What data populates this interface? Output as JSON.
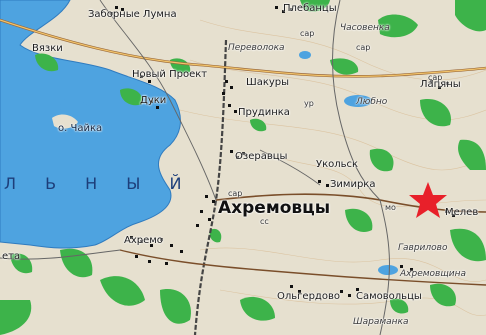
{
  "places": {
    "zabornye_lumna": "Заборные Лумна",
    "plebantsy": "Плебанцы",
    "veyski": "Вязки",
    "novy_proekt": "Новый Проект",
    "perevoloka": "Переволока",
    "chasovenka": "Часовенка",
    "shakury": "Шакуры",
    "lapyany": "Лапяны",
    "duki": "Дуки",
    "prudinka": "Прудинка",
    "lyubno": "Любно",
    "ozero_chayka": "о. Чайка",
    "ozeravtsy": "Озеравцы",
    "ukolsk": "Укольск",
    "zimirka": "Зимирка",
    "akhremovtsy": "Ахремовцы",
    "melev": "Мелев",
    "akhremovtsy_ss": "сс",
    "akhremovtsy_small": "Ахремо",
    "verpilovo": "Гаврилово",
    "akhremovshchina": "Ахремовщина",
    "olgerdovo": "Ольгердово",
    "samovoltsy": "Самовольцы",
    "sharamanka": "Шараманка",
    "eta": "ета",
    "lake_name": "Л Ь Н Ы Й"
  },
  "abbrev": {
    "sar1": "сар",
    "sar2": "сар",
    "sar3": "сар",
    "sar4": "сар",
    "ur": "ур",
    "mo": "мо"
  },
  "colors": {
    "water": "#4ea3e0",
    "forest": "#3db34a",
    "terrain": "#e6e0cf",
    "road_major": "#9b6a3c",
    "marker": "#e8202a"
  },
  "icons": {
    "marker": "star-marker-icon"
  }
}
